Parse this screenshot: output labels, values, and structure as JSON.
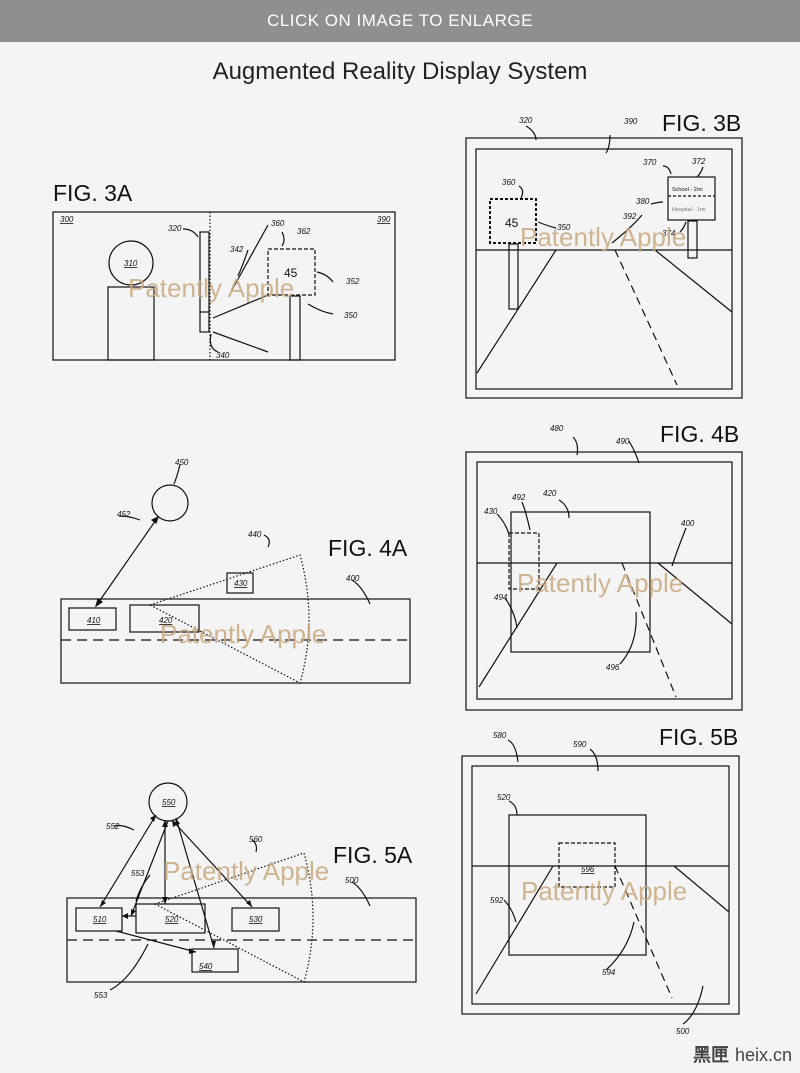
{
  "banner": "CLICK ON IMAGE TO ENLARGE",
  "title": "Augmented Reality Display System",
  "figs": {
    "f3a": "FIG. 3A",
    "f3b": "FIG. 3B",
    "f4a": "FIG. 4A",
    "f4b": "FIG. 4B",
    "f5a": "FIG. 5A",
    "f5b": "FIG. 5B"
  },
  "watermark": "Patently Apple",
  "site": {
    "cn": "黑匣",
    "en": "heix.cn"
  },
  "labels": {
    "l300": "300",
    "l320": "320",
    "l390": "390",
    "l310": "310",
    "l342": "342",
    "l360": "360",
    "l362": "362",
    "l352": "352",
    "l350": "350",
    "l340": "340",
    "sign45": "45",
    "b320": "320",
    "b390": "390",
    "b360": "360",
    "b45": "45",
    "b350": "350",
    "b370": "370",
    "b372": "372",
    "b380": "380",
    "b392": "392",
    "b374": "374",
    "school": "School - 2mi",
    "hospital": "Hospital - 1mi",
    "l450": "450",
    "l452": "452",
    "l440": "440",
    "l430": "430",
    "l400": "400",
    "l410": "410",
    "l420": "420",
    "b480": "480",
    "b490": "490",
    "b492": "492",
    "b420": "420",
    "b430": "430",
    "b400": "400",
    "b494": "494",
    "b496": "496",
    "l550": "550",
    "l552": "552",
    "l560": "560",
    "l553a": "553",
    "l500": "500",
    "l510": "510",
    "l520": "520",
    "l530": "530",
    "l540": "540",
    "l553b": "553",
    "b580": "580",
    "b590": "590",
    "b520": "520",
    "b596": "596",
    "b592": "592",
    "b594": "594",
    "b500": "500"
  }
}
